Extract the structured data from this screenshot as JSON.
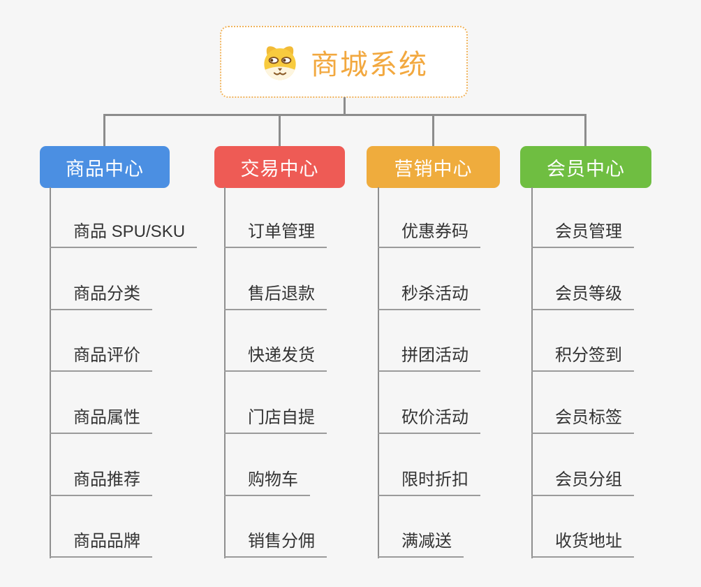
{
  "diagram_title": "商城系统",
  "root": {
    "label": "商城系统",
    "icon": "dog-face-icon",
    "title_color": "#F2A83F",
    "border_color": "#F0B35B"
  },
  "connector_color": "#8c8c8c",
  "branches": [
    {
      "label": "商品中心",
      "color": "#4B8FE2",
      "children": [
        "商品 SPU/SKU",
        "商品分类",
        "商品评价",
        "商品属性",
        "商品推荐",
        "商品品牌"
      ]
    },
    {
      "label": "交易中心",
      "color": "#EE5B55",
      "children": [
        "订单管理",
        "售后退款",
        "快递发货",
        "门店自提",
        "购物车",
        "销售分佣"
      ]
    },
    {
      "label": "营销中心",
      "color": "#EFAC3D",
      "children": [
        "优惠券码",
        "秒杀活动",
        "拼团活动",
        "砍价活动",
        "限时折扣",
        "满减送"
      ]
    },
    {
      "label": "会员中心",
      "color": "#6FBE41",
      "children": [
        "会员管理",
        "会员等级",
        "积分签到",
        "会员标签",
        "会员分组",
        "收货地址"
      ]
    }
  ]
}
